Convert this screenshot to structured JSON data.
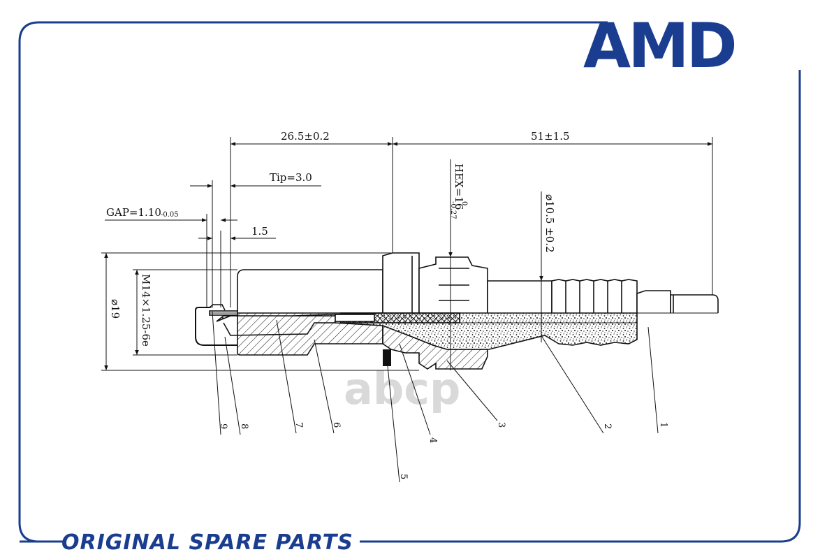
{
  "brand": {
    "logo": "AMD",
    "color": "#1a3d8f"
  },
  "footer": {
    "text": "ORIGINAL SPARE PARTS"
  },
  "watermark": {
    "text": "abcp"
  },
  "dimensions": {
    "length_insert": "26.5±0.2",
    "length_overall": "51±1.5",
    "tip": "Tip=3.0",
    "gap_main": "GAP=1.10",
    "gap_tol": "-0.05",
    "protrusion": "1.5",
    "hex_main": "HEX=16",
    "hex_sup": "0",
    "hex_sub": "-0.27",
    "insulator_dia": "⌀10.5 ±0.2",
    "seat_dia": "⌀19",
    "thread": "M14×1.25-6e"
  },
  "callouts": [
    "1",
    "2",
    "3",
    "4",
    "5",
    "6",
    "7",
    "8",
    "9"
  ]
}
